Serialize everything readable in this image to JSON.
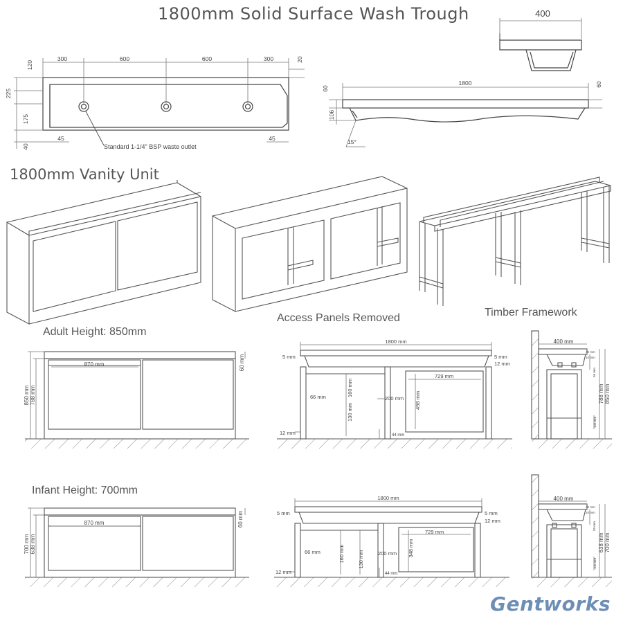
{
  "titles": {
    "trough": "1800mm Solid Surface Wash Trough",
    "vanity": "1800mm Vanity Unit"
  },
  "captions": {
    "access": "Access Panels Removed",
    "timber": "Timber Framework",
    "adult": "Adult Height: 850mm",
    "infant": "Infant Height: 700mm"
  },
  "trough_plan": {
    "top": [
      "300",
      "600",
      "600",
      "300"
    ],
    "right": "20",
    "left": [
      "120",
      "225",
      "175",
      "40"
    ],
    "bottom": [
      "45",
      "45"
    ],
    "note": "Standard 1-1/4\" BSP waste outlet"
  },
  "trough_end": {
    "width": "400"
  },
  "trough_side": {
    "length": "1800",
    "left": "60",
    "right": "60",
    "depth": "106",
    "angle": "15°"
  },
  "adult_front": {
    "door": "870 mm",
    "height": "850 mm",
    "body": "788 mm",
    "top": "60 mm"
  },
  "adult_open": {
    "width": "1800 mm",
    "top_l": "5 mm",
    "top_r": "5 mm",
    "under": "12 mm",
    "rail": "66 mm",
    "post": "130 mm",
    "post2": "160 mm",
    "gap": "200 mm",
    "panel_w": "729 mm",
    "panel_h": "498 mm",
    "foot": "12 mm",
    "leg": "44 mm"
  },
  "adult_side": {
    "width": "400 mm",
    "d1": "40 mm",
    "d2": "10 mm",
    "d3": "50 mm",
    "d4": "100 mm",
    "h1": "788 mm",
    "h2": "850 mm"
  },
  "infant_front": {
    "door": "870 mm",
    "height": "700 mm",
    "body": "638 mm",
    "top": "60 mm"
  },
  "infant_open": {
    "width": "1800 mm",
    "top_l": "5 mm",
    "top_r": "5 mm",
    "under": "12 mm",
    "rail": "66 mm",
    "post": "130 mm",
    "post2": "160 mm",
    "gap": "200 mm",
    "panel_w": "729 mm",
    "panel_h": "348 mm",
    "foot": "12 mm",
    "leg": "44 mm"
  },
  "infant_side": {
    "width": "400 mm",
    "d1": "40 mm",
    "d2": "10 mm",
    "d3": "50 mm",
    "d4": "100 mm",
    "h1": "638 mm",
    "h2": "700 mm"
  },
  "brand": "Gentworks",
  "colors": {
    "line": "#444444",
    "dim": "#777777",
    "text": "#555555",
    "brand": "#6e8fb5"
  }
}
